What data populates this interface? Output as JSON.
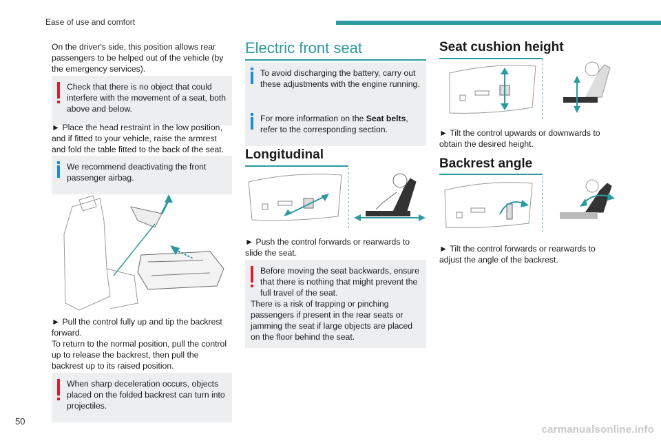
{
  "header": {
    "section_title": "Ease of use and comfort",
    "accent_color": "#2a9aa0"
  },
  "page": {
    "number": "50"
  },
  "watermark": "carmanualsonline.info",
  "col1": {
    "intro": "On the driver's side, this position allows rear passengers to be helped out of the vehicle (by the emergency services).",
    "warning1": "Check that there is no object that could interfere with the movement of a seat, both above and below.",
    "step1": "► Place the head restraint in the low position, and if fitted to your vehicle, raise the armrest and fold the table fitted to the back of the seat.",
    "info1": "We recommend deactivating the front passenger airbag.",
    "step2": "► Pull the control fully up and tip the backrest forward.",
    "step2b": "To return to the normal position, pull the control up to release the backrest, then pull the backrest up to its raised position.",
    "warning2": "When sharp deceleration occurs, objects placed on the folded backrest can turn into projectiles."
  },
  "col2": {
    "heading": "Electric front seat",
    "info1": "To avoid discharging the battery, carry out these adjustments with the engine running.",
    "info2_pre": "For more information on the ",
    "info2_bold": "Seat belts",
    "info2_post": ", refer to the corresponding section.",
    "sub1": "Longitudinal",
    "step1": "► Push the control forwards or rearwards to slide the seat.",
    "warning1": "Before moving the seat backwards, ensure that there is nothing that might prevent the full travel of the seat.",
    "warning1b": "There is a risk of trapping or pinching passengers if present in the rear seats or jamming the seat if large objects are placed on the floor behind the seat."
  },
  "col3": {
    "sub1": "Seat cushion height",
    "step1": "► Tilt the control upwards or downwards to obtain the desired height.",
    "sub2": "Backrest angle",
    "step2": "► Tilt the control forwards or rearwards to adjust the angle of the backrest."
  },
  "colors": {
    "warning": "#d7202f",
    "info": "#1f8bd6",
    "box_bg": "#eceeef"
  },
  "icons": [
    "warning-icon",
    "info-icon"
  ]
}
